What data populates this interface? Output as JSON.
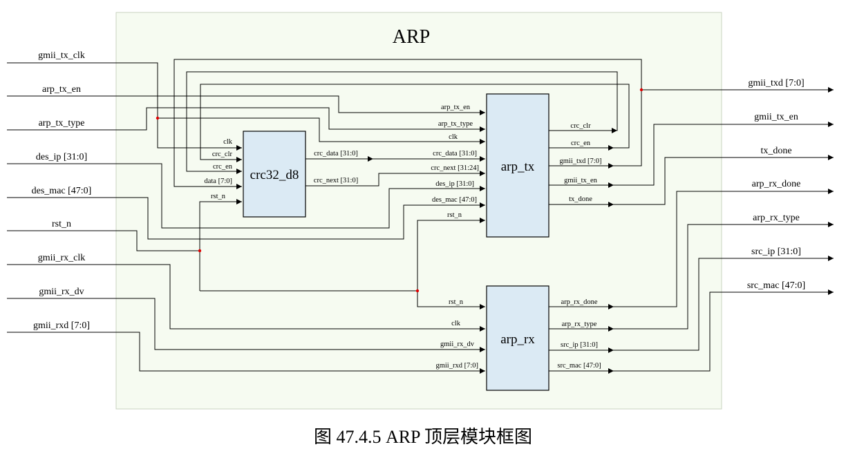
{
  "title": "ARP",
  "caption": "图  47.4.5 ARP 顶层模块框图",
  "blocks": {
    "crc": "crc32_d8",
    "tx": "arp_tx",
    "rx": "arp_rx"
  },
  "top_inputs": [
    "gmii_tx_clk",
    "arp_tx_en",
    "arp_tx_type",
    "des_ip [31:0]",
    "des_mac [47:0]",
    "rst_n",
    "gmii_rx_clk",
    "gmii_rx_dv",
    "gmii_rxd [7:0]"
  ],
  "top_outputs": [
    "gmii_txd [7:0]",
    "gmii_tx_en",
    "tx_done",
    "arp_rx_done",
    "arp_rx_type",
    "src_ip [31:0]",
    "src_mac [47:0]"
  ],
  "crc_inputs": [
    "clk",
    "crc_clr",
    "crc_en",
    "data [7:0]",
    "rst_n"
  ],
  "crc_outputs": [
    "crc_data [31:0]",
    "crc_next [31:0]"
  ],
  "tx_inputs": [
    "arp_tx_en",
    "arp_tx_type",
    "clk",
    "crc_data [31:0]",
    "crc_next [31:24]",
    "des_ip [31:0]",
    "des_mac [47:0]",
    "rst_n"
  ],
  "tx_outputs": [
    "crc_clr",
    "crc_en",
    "gmii_txd [7:0]",
    "gmii_tx_en",
    "tx_done"
  ],
  "rx_inputs": [
    "rst_n",
    "clk",
    "gmii_rx_dv",
    "gmii_rxd [7:0]"
  ],
  "rx_outputs": [
    "arp_rx_done",
    "arp_rx_type",
    "src_ip [31:0]",
    "src_mac [47:0]"
  ],
  "colors": {
    "background": "#f6fbf1",
    "block_fill": "#dbeaf4",
    "junction": "#e00000"
  }
}
